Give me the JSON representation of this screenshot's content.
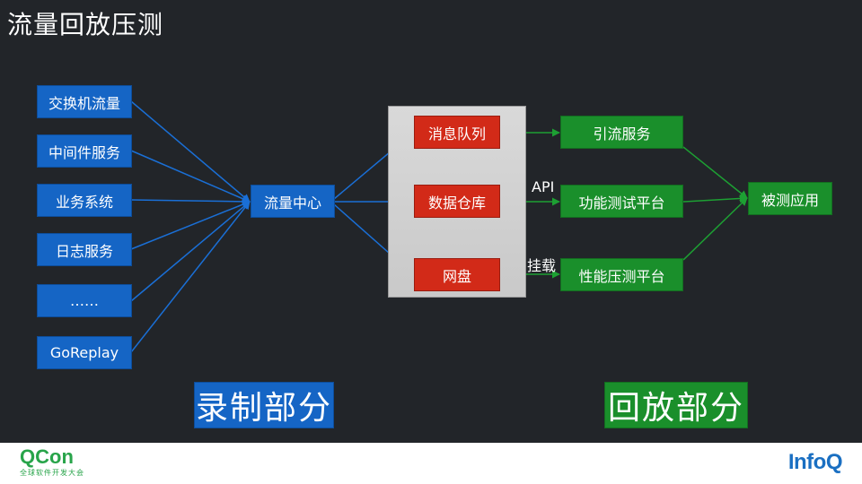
{
  "title": "流量回放压测",
  "sources": [
    "交换机流量",
    "中间件服务",
    "业务系统",
    "日志服务",
    "……",
    "GoReplay"
  ],
  "hub": "流量中心",
  "storage": [
    "消息队列",
    "数据仓库",
    "网盘"
  ],
  "services": [
    "引流服务",
    "功能测试平台",
    "性能压测平台"
  ],
  "target": "被测应用",
  "edge_labels": {
    "api": "API",
    "mount": "挂载"
  },
  "sections": {
    "record": "录制部分",
    "replay": "回放部分"
  },
  "footer": {
    "qcon": "QCon",
    "qcon_sub": "全球软件开发大会",
    "infoq": "InfoQ"
  },
  "colors": {
    "background": "#222529",
    "blue": "#1565c5",
    "red": "#d22a18",
    "green": "#1a8f2b",
    "panel": "#d0d0d0"
  }
}
